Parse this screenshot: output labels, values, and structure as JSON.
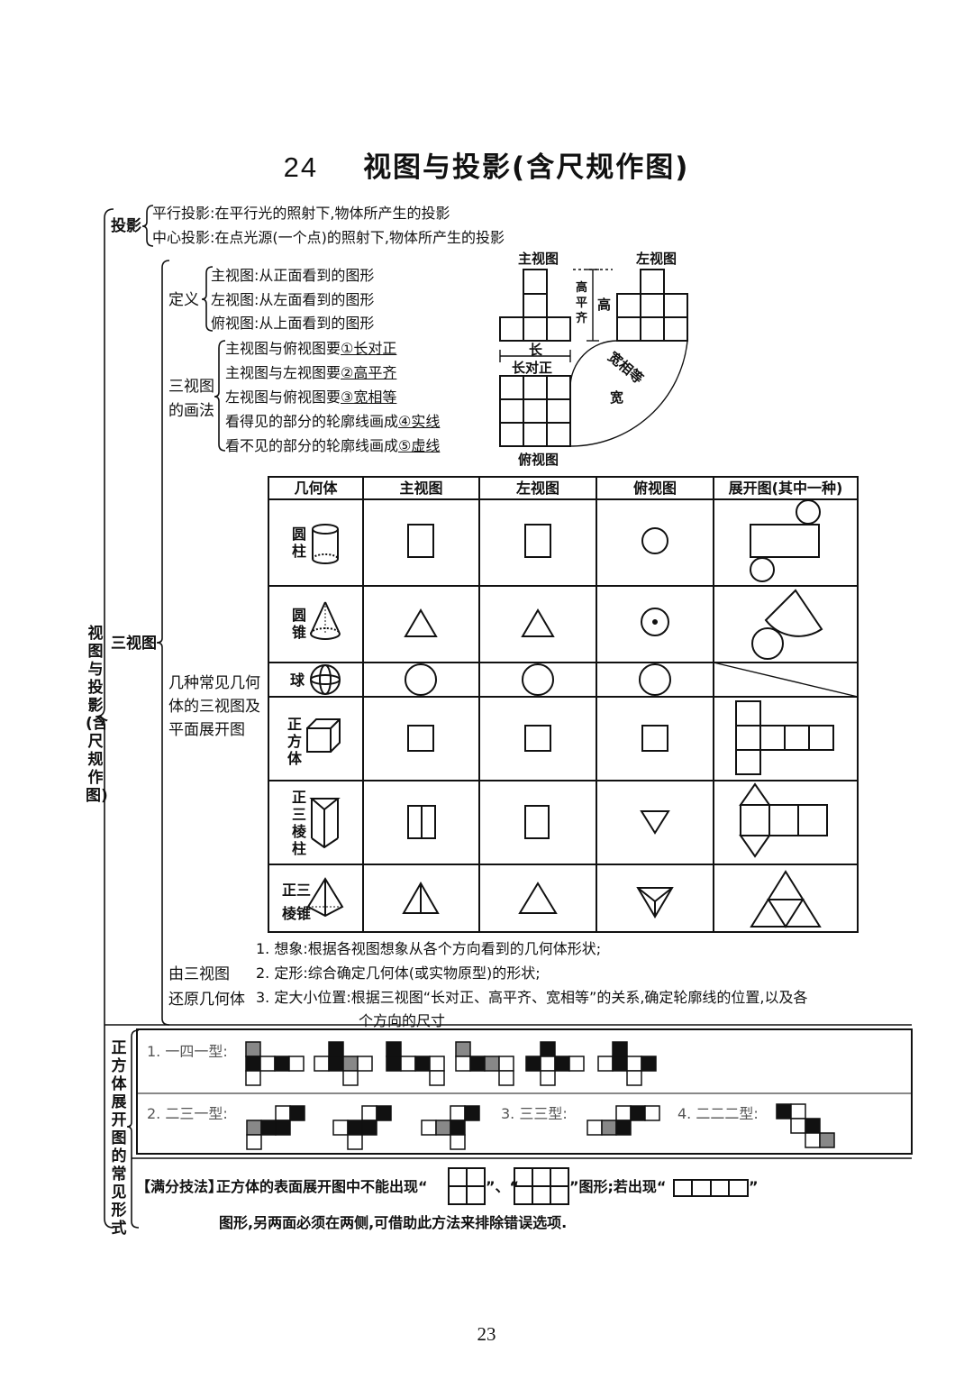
{
  "title": {
    "number": "24",
    "text": "视图与投影(含尺规作图)"
  },
  "left_label": "视图与投影(含尺规作图)",
  "projection": {
    "label": "投影",
    "parallel": "平行投影:在平行光的照射下,物体所产生的投影",
    "central": "中心投影:在点光源(一个点)的照射下,物体所产生的投影"
  },
  "three_views": {
    "label": "三视图",
    "definition": {
      "label": "定义",
      "items": [
        "主视图:从正面看到的图形",
        "左视图:从左面看到的图形",
        "俯视图:从上面看到的图形"
      ]
    },
    "drawing": {
      "label_line1": "三视图",
      "label_line2": "的画法",
      "items": [
        {
          "text": "主视图与俯视图要",
          "key": "①长对正"
        },
        {
          "text": "主视图与左视图要",
          "key": "②高平齐"
        },
        {
          "text": "左视图与俯视图要",
          "key": "③宽相等"
        },
        {
          "text": "看得见的部分的轮廓线画成",
          "key": "④实线"
        },
        {
          "text": "看不见的部分的轮廓线画成",
          "key": "⑤虚线"
        }
      ]
    },
    "diagram": {
      "front": "主视图",
      "left": "左视图",
      "top": "俯视图",
      "length": "长",
      "length_align": "长对正",
      "height": "高",
      "height_level": "高平齐",
      "width": "宽",
      "width_equal": "宽相等"
    },
    "common_label": "几种常见几何体的三视图及平面展开图",
    "table": {
      "headers": [
        "几何体",
        "主视图",
        "左视图",
        "俯视图",
        "展开图(其中一种)"
      ],
      "rows": [
        {
          "solid": "圆柱",
          "solid_icon": "cylinder-icon"
        },
        {
          "solid": "圆锥",
          "solid_icon": "cone-icon"
        },
        {
          "solid": "球",
          "solid_icon": "sphere-icon"
        },
        {
          "solid": "正方体",
          "solid_icon": "cube-icon"
        },
        {
          "solid": "正三棱柱",
          "solid_icon": "triangular-prism-icon"
        },
        {
          "solid": "正三棱锥",
          "solid_icon": "triangular-pyramid-icon"
        }
      ]
    },
    "restore": {
      "label_line1": "由三视图",
      "label_line2": "还原几何体",
      "items": [
        "1. 想象:根据各视图想象从各个方向看到的几何体形状;",
        "2. 定形:综合确定几何体(或实物原型)的形状;",
        "3. 定大小位置:根据三视图“长对正、高平齐、宽相等”的关系,确定轮廓线的位置,以及各",
        "个方向的尺寸"
      ]
    }
  },
  "cube_nets": {
    "label": "正方体展开图的常见形式",
    "type1": "1. 一四一型:",
    "type2": "2. 二三一型:",
    "type3": "3. 三三型:",
    "type4": "4. 二二二型:"
  },
  "tip": {
    "label": "【满分技法】",
    "text1": "正方体的表面展开图中不能出现“",
    "sep": "”、“",
    "text2": "”图形;若出现“",
    "text3": "”",
    "line2": "图形,另两面必须在两侧,可借助此方法来排除错误选项."
  },
  "page_number": "23"
}
